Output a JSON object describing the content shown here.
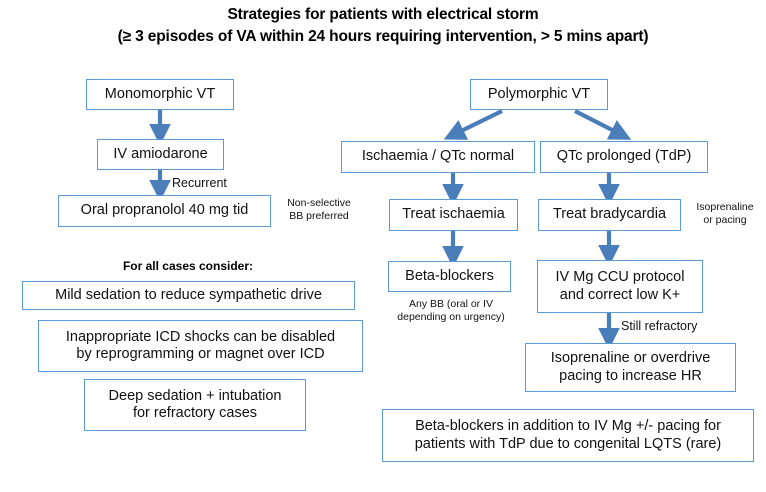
{
  "title": {
    "line1": "Strategies for patients with electrical storm",
    "line2": "(≥ 3 episodes of VA within 24 hours requiring intervention, > 5 mins apart)"
  },
  "colors": {
    "box_border": "#5b9bd5",
    "arrow": "#4a7ebb",
    "text": "#111111",
    "background": "#ffffff"
  },
  "nodes": {
    "monomorphic_vt": "Monomorphic VT",
    "iv_amiodarone": "IV amiodarone",
    "oral_propranolol": "Oral propranolol 40 mg tid",
    "polymorphic_vt": "Polymorphic VT",
    "ischaemia_qtc_normal": "Ischaemia / QTc normal",
    "qtc_prolonged": "QTc prolonged (TdP)",
    "treat_ischaemia": "Treat ischaemia",
    "treat_bradycardia": "Treat bradycardia",
    "beta_blockers": "Beta-blockers",
    "iv_mg_ccu": "IV Mg CCU protocol\nand correct low K+",
    "iv_mg_ccu_line1": "IV Mg CCU protocol",
    "iv_mg_ccu_line2": "and correct low K+",
    "isoprenaline_overdrive_line1": "Isoprenaline or overdrive",
    "isoprenaline_overdrive_line2": "pacing to increase HR",
    "mild_sedation": "Mild sedation to reduce sympathetic drive",
    "icd_shocks_line1": "Inappropriate ICD shocks can be disabled",
    "icd_shocks_line2": "by reprogramming or magnet over ICD",
    "deep_sedation_line1": "Deep sedation + intubation",
    "deep_sedation_line2": "for refractory cases",
    "bottom_bb_line1": "Beta-blockers in addition to IV Mg +/- pacing for",
    "bottom_bb_line2": "patients with TdP due to congenital LQTS (rare)"
  },
  "edge_labels": {
    "recurrent": "Recurrent",
    "still_refractory": "Still refractory"
  },
  "notes": {
    "non_selective_line1": "Non-selective",
    "non_selective_line2": "BB preferred",
    "isoprenaline_line1": "Isoprenaline",
    "isoprenaline_line2": "or pacing",
    "any_bb_line1": "Any BB (oral or IV",
    "any_bb_line2": "depending on urgency)"
  },
  "section_labels": {
    "for_all_cases": "For all cases consider:"
  }
}
